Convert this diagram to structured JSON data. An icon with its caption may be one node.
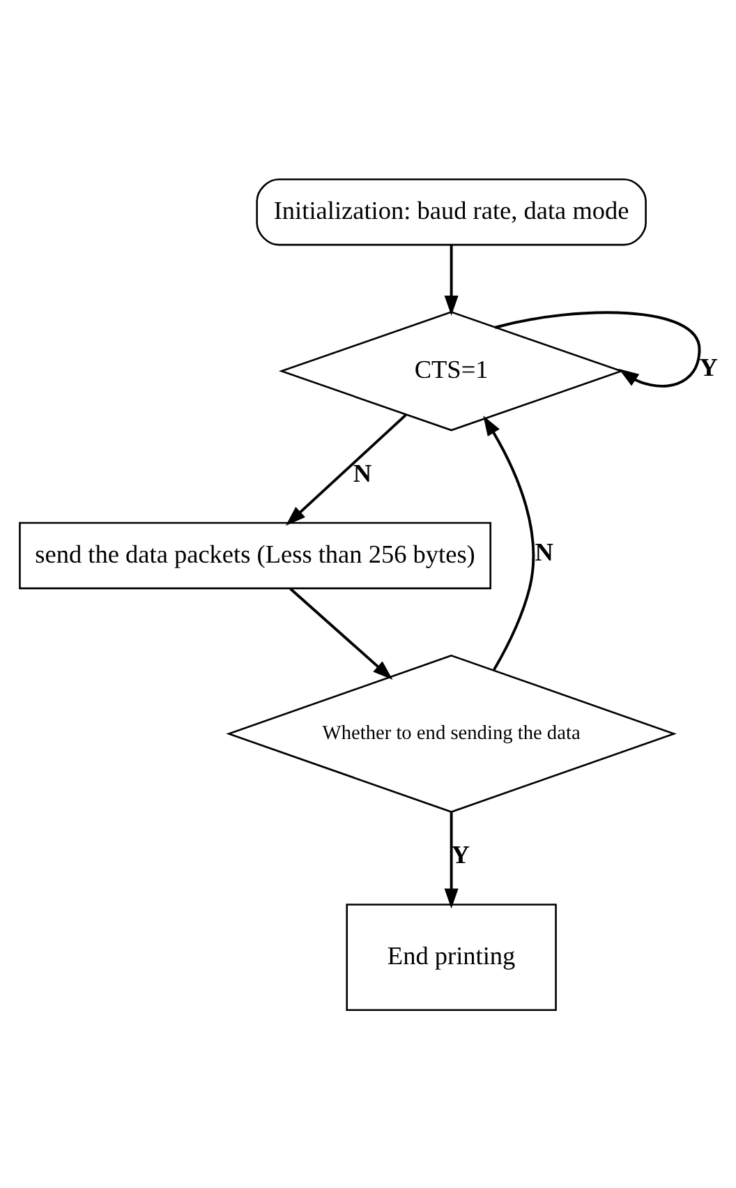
{
  "diagram": {
    "nodes": [
      {
        "text": [
          "Initialization: baud rate, data mode"
        ]
      },
      {
        "text": [
          "CTS=1"
        ]
      },
      {
        "text": [
          "send the data packets (Less than 256 bytes)"
        ]
      },
      {
        "text": [
          "Whether to end sending the data"
        ]
      },
      {
        "text": [
          "End printing"
        ]
      }
    ],
    "edges": [
      {
        "from": 0,
        "to": 1,
        "arrow": "to"
      },
      {
        "from": 1,
        "to": 1,
        "arrow": "to",
        "label": "Y"
      },
      {
        "from": 1,
        "to": 2,
        "arrow": "to",
        "label": "N"
      },
      {
        "from": 2,
        "to": 3,
        "arrow": "to"
      },
      {
        "from": 3,
        "to": 1,
        "arrow": "to",
        "label": "N"
      },
      {
        "from": 3,
        "to": 4,
        "arrow": "to",
        "label": "Y"
      }
    ]
  }
}
